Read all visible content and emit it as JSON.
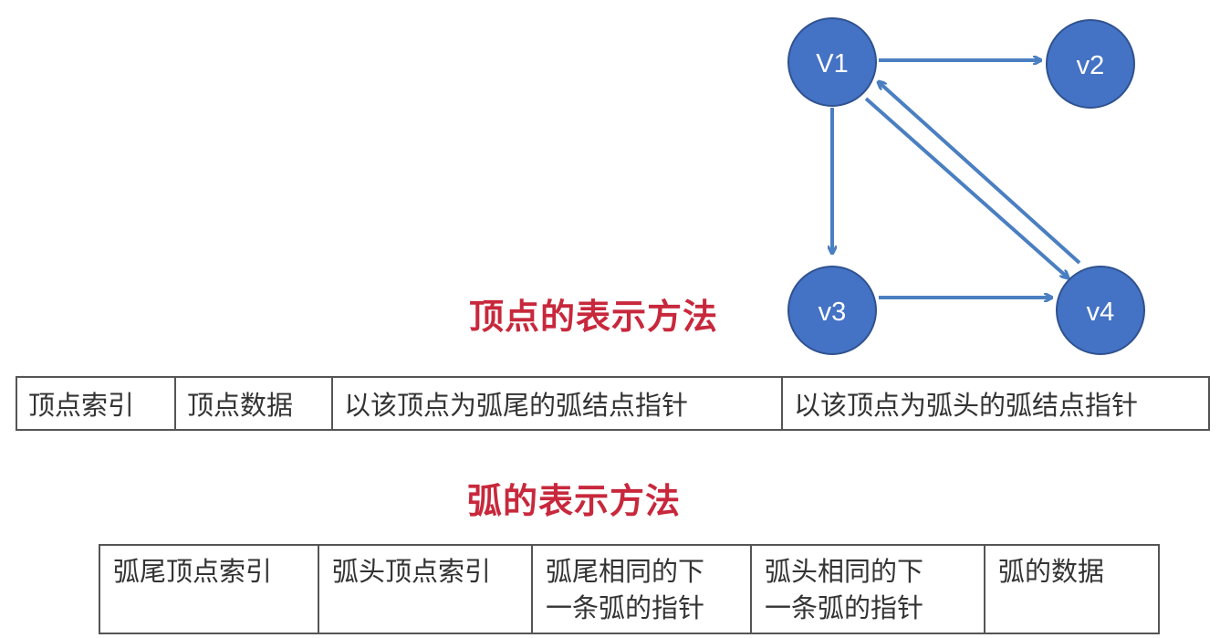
{
  "graph": {
    "nodes": [
      {
        "id": "v1",
        "label": "V1"
      },
      {
        "id": "v2",
        "label": "v2"
      },
      {
        "id": "v3",
        "label": "v3"
      },
      {
        "id": "v4",
        "label": "v4"
      }
    ],
    "edges": [
      {
        "from": "v1",
        "to": "v2"
      },
      {
        "from": "v1",
        "to": "v3"
      },
      {
        "from": "v1",
        "to": "v4"
      },
      {
        "from": "v4",
        "to": "v1"
      },
      {
        "from": "v3",
        "to": "v4"
      }
    ],
    "node_fill": "#4472c4",
    "node_stroke": "#2f528f",
    "edge_color": "#4a7fc1"
  },
  "vertex_section": {
    "heading": "顶点的表示方法",
    "fields": [
      "顶点索引",
      "顶点数据",
      "以该顶点为弧尾的弧结点指针",
      "以该顶点为弧头的弧结点指针"
    ]
  },
  "arc_section": {
    "heading": "弧的表示方法",
    "fields": [
      [
        "弧尾顶点索引"
      ],
      [
        "弧头顶点索引"
      ],
      [
        "弧尾相同的下",
        "一条弧的指针"
      ],
      [
        "弧头相同的下",
        "一条弧的指针"
      ],
      [
        "弧的数据"
      ]
    ]
  },
  "heading_color": "#c8283c"
}
